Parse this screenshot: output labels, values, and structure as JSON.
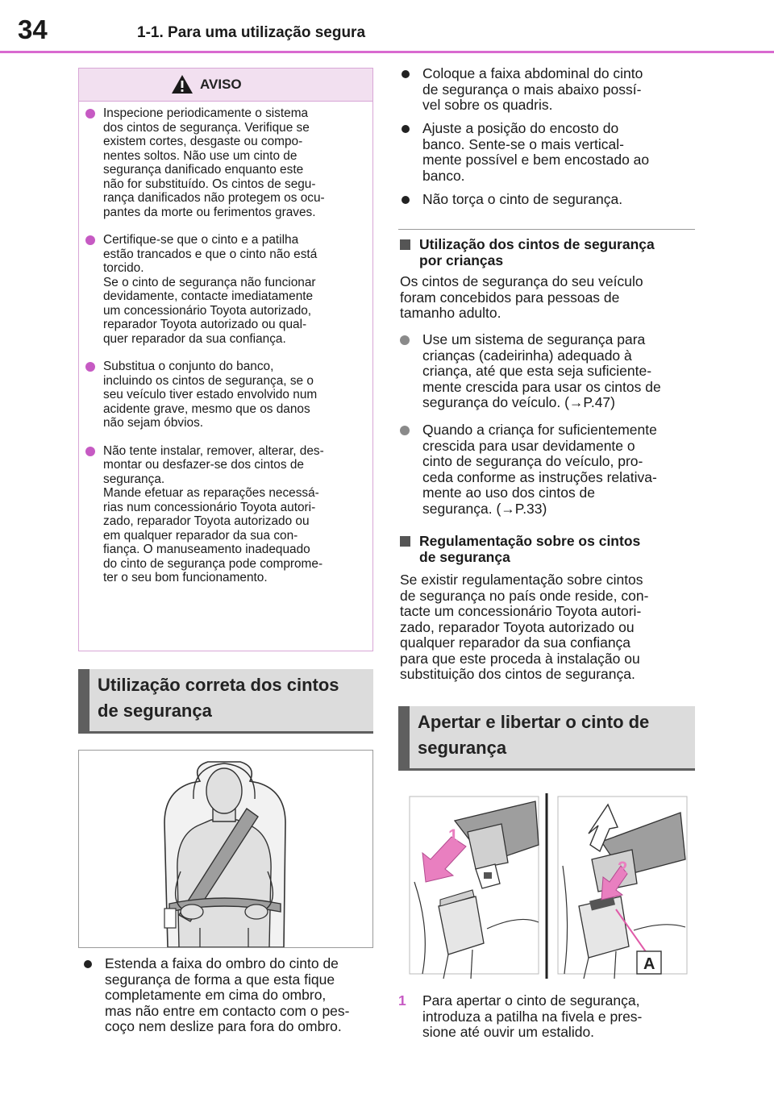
{
  "header": {
    "page_number": "34",
    "chapter": "1-1. Para uma utilização segura"
  },
  "warning": {
    "title": "AVISO",
    "items": [
      [
        "Inspecione periodicamente o sistema",
        "dos cintos de segurança. Verifique se",
        "existem cortes, desgaste ou compo-",
        "nentes soltos. Não use um cinto de",
        "segurança danificado enquanto este",
        "não for substituído. Os cintos de segu-",
        "rança danificados não protegem os ocu-",
        "pantes da morte ou ferimentos graves."
      ],
      [
        "Certifique-se que o cinto e a patilha",
        "estão trancados e que o cinto não está",
        "torcido.",
        "Se o cinto de segurança não funcionar",
        "devidamente, contacte imediatamente",
        "um concessionário Toyota autorizado,",
        "reparador Toyota autorizado ou qual-",
        "quer reparador da sua confiança."
      ],
      [
        "Substitua o conjunto do banco,",
        "incluindo os cintos de segurança, se o",
        "seu veículo tiver estado envolvido num",
        "acidente grave, mesmo que os danos",
        "não sejam óbvios."
      ],
      [
        "Não tente instalar, remover, alterar, des-",
        "montar ou desfazer-se dos cintos de",
        "segurança.",
        "Mande efetuar as reparações necessá-",
        "rias num concessionário Toyota autori-",
        "zado, reparador Toyota autorizado ou",
        "em qualquer reparador da sua con-",
        "fiança. O manuseamento inadequado",
        "do cinto de segurança pode comprome-",
        "ter o seu bom funcionamento."
      ]
    ]
  },
  "section_correct": {
    "title_lines": [
      "Utilização correta dos cintos",
      "de segurança"
    ]
  },
  "left_bullet": [
    "Estenda a faixa do ombro do cinto de",
    "segurança de forma a que esta fique",
    "completamente em cima do ombro,",
    "mas não entre em contacto com o pes-",
    "coço nem deslize para fora do ombro."
  ],
  "right_bullets": [
    [
      "Coloque a faixa abdominal do cinto",
      "de segurança o mais abaixo possí-",
      "vel sobre os quadris."
    ],
    [
      "Ajuste a posição do encosto do",
      "banco. Sente-se o mais vertical-",
      "mente possível e bem encostado ao",
      "banco."
    ],
    [
      "Não torça o cinto de segurança."
    ]
  ],
  "children": {
    "heading": [
      "Utilização dos cintos de segurança",
      "por crianças"
    ],
    "intro": [
      "Os cintos de segurança do seu veículo",
      "foram concebidos para pessoas de",
      "tamanho adulto."
    ],
    "items": [
      [
        "Use um sistema de segurança para",
        "crianças (cadeirinha) adequado à",
        "criança, até que esta seja suficiente-",
        "mente crescida para usar os cintos de",
        "segurança do veículo. (→P.47)"
      ],
      [
        "Quando a criança for suficientemente",
        "crescida para usar devidamente o",
        "cinto de segurança do veículo, pro-",
        "ceda conforme as instruções relativa-",
        "mente ao uso dos cintos de",
        "segurança. (→P.33)"
      ]
    ]
  },
  "regulation": {
    "heading": [
      "Regulamentação sobre os cintos",
      "de segurança"
    ],
    "text": [
      "Se existir regulamentação sobre cintos",
      "de segurança no país onde reside, con-",
      "tacte um concessionário Toyota autori-",
      "zado, reparador Toyota autorizado ou",
      "qualquer reparador da sua confiança",
      "para que este proceda à instalação ou",
      "substituição dos cintos de segurança."
    ]
  },
  "section_fasten": {
    "title_lines": [
      "Apertar e libertar o cinto de",
      "segurança"
    ]
  },
  "figure_fasten": {
    "label_1": "1",
    "label_2": "2",
    "label_a": "A"
  },
  "step1": {
    "number": "1",
    "lines": [
      "Para apertar o cinto de segurança,",
      "introduza a patilha na fivela e pres-",
      "sione até ouvir um estalido."
    ]
  },
  "colors": {
    "accent": "#c65ac3",
    "header_rule": "#d86ad0",
    "section_bg": "#dcdcdc",
    "section_bar": "#5f5f5f"
  }
}
